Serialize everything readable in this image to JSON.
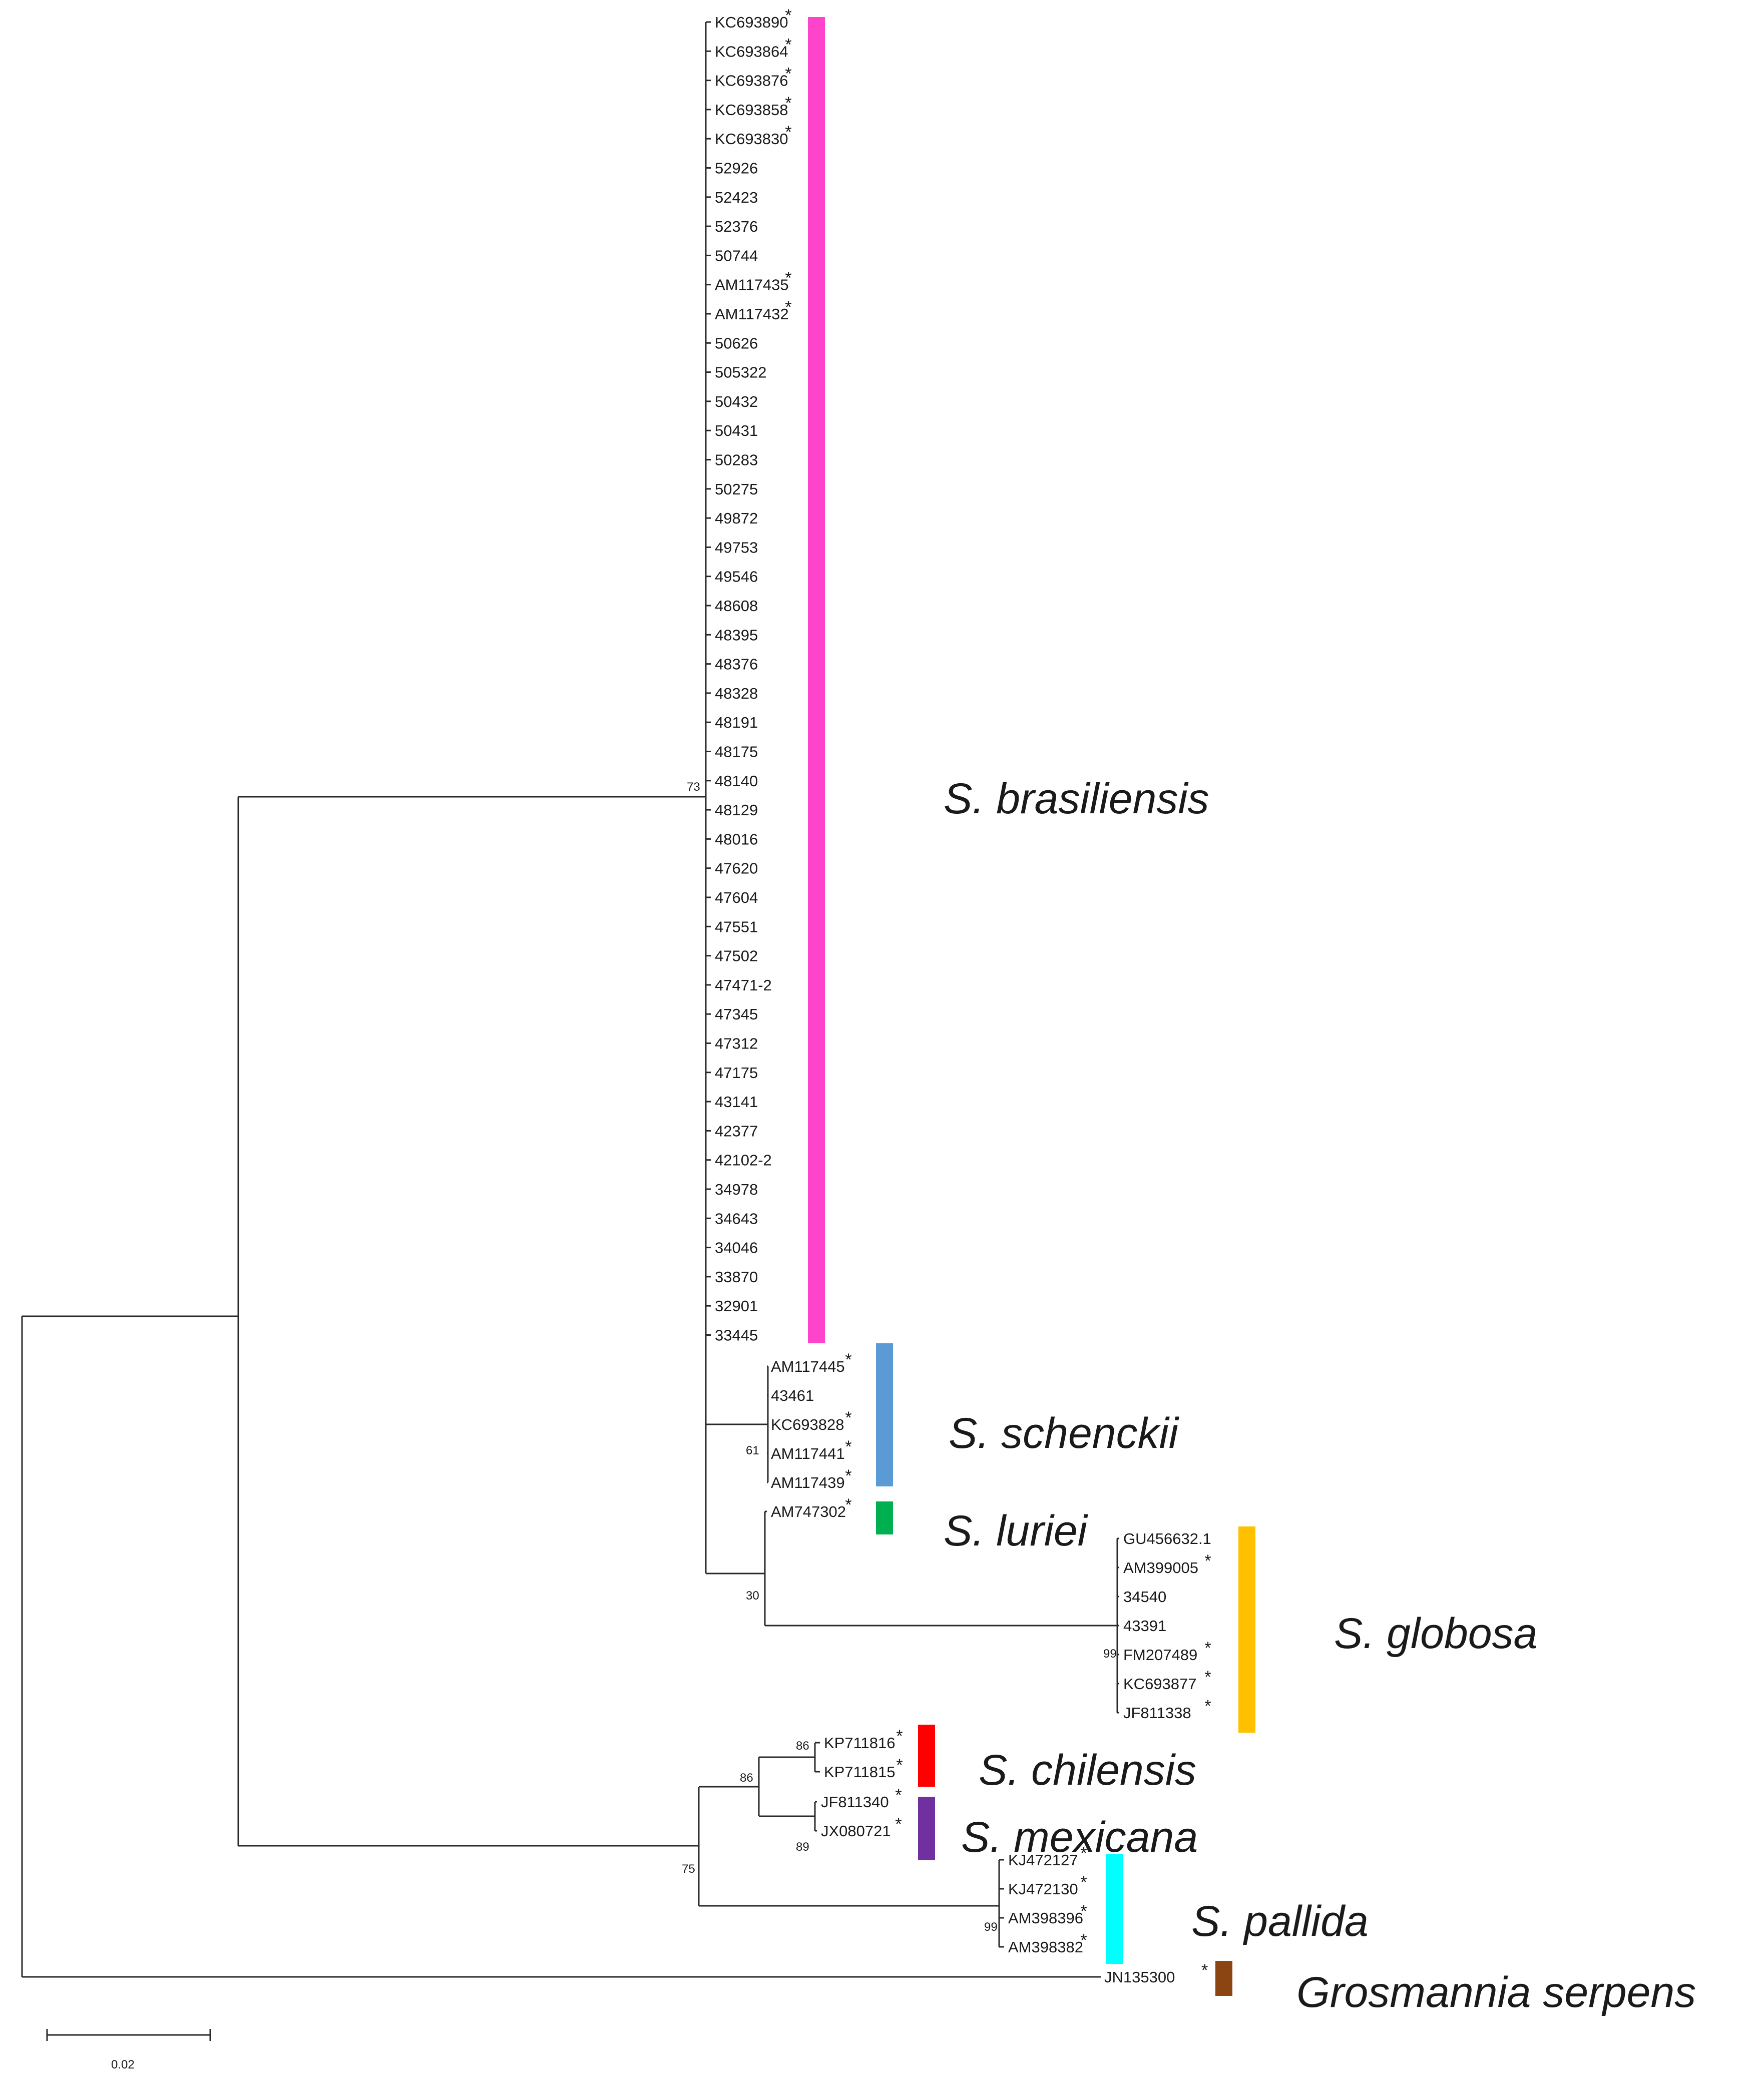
{
  "tree": {
    "scale_bar": {
      "label": "0.02"
    },
    "brasiliensis_leaves": [
      "KC693890",
      "KC693864",
      "KC693876",
      "KC693858",
      "KC693830",
      "52926",
      "52423",
      "52376",
      "50744",
      "AM117435",
      "AM117432",
      "50626",
      "505322",
      "50432",
      "50431",
      "50283",
      "50275",
      "49872",
      "49753",
      "49546",
      "48608",
      "48395",
      "48376",
      "48328",
      "48191",
      "48175",
      "48140",
      "48129",
      "48016",
      "47620",
      "47604",
      "47551",
      "47502",
      "47471-2",
      "47345",
      "47312",
      "47175",
      "43141",
      "42377",
      "42102-2",
      "34978",
      "34643",
      "34046",
      "33870",
      "32901",
      "33445"
    ],
    "brasiliensis_starred": [
      "KC693890",
      "KC693864",
      "KC693876",
      "KC693858",
      "KC693830",
      "AM117435",
      "AM117432"
    ],
    "schenckii_leaves": [
      "AM117445",
      "43461",
      "KC693828",
      "AM117441",
      "AM117439"
    ],
    "schenckii_starred": [
      "AM117445",
      "KC693828",
      "AM117441",
      "AM117439"
    ],
    "luriei_leaves": [
      "AM747302"
    ],
    "globosa_leaves": [
      "GU456632.1",
      "AM399005",
      "34540",
      "43391",
      "FM207489",
      "KC693877",
      "JF811338"
    ],
    "globosa_starred": [
      "AM399005",
      "FM207489",
      "KC693877",
      "JF811338"
    ],
    "chilensis_leaves": [
      "KP711816",
      "KP711815"
    ],
    "mexicana_leaves": [
      "JF811340",
      "JX080721"
    ],
    "pallida_leaves": [
      "KJ472127",
      "KJ472130",
      "AM398396",
      "AM398382"
    ],
    "outgroup_leaves": [
      "JN135300"
    ],
    "bootstrap": {
      "brasiliensis": "73",
      "schenckii": "61",
      "luriei_globosa": "30",
      "globosa": "99",
      "chilensis": "86",
      "chilensis_mexicana": "86",
      "mexicana": "89",
      "pallida": "99",
      "pathogenic_clade": "75"
    },
    "clades": [
      {
        "label": "S. brasiliensis",
        "color": "#ff44cc"
      },
      {
        "label": "S. schenckii",
        "color": "#5b9bd5"
      },
      {
        "label": "S. luriei",
        "color": "#00b050"
      },
      {
        "label": "S. globosa",
        "color": "#ffc000"
      },
      {
        "label": "S. chilensis",
        "color": "#ff0000"
      },
      {
        "label": "S. mexicana",
        "color": "#7030a0"
      },
      {
        "label": "S. pallida",
        "color": "#00ffff"
      },
      {
        "label": "Grosmannia serpens",
        "color": "#8b4513"
      }
    ]
  }
}
